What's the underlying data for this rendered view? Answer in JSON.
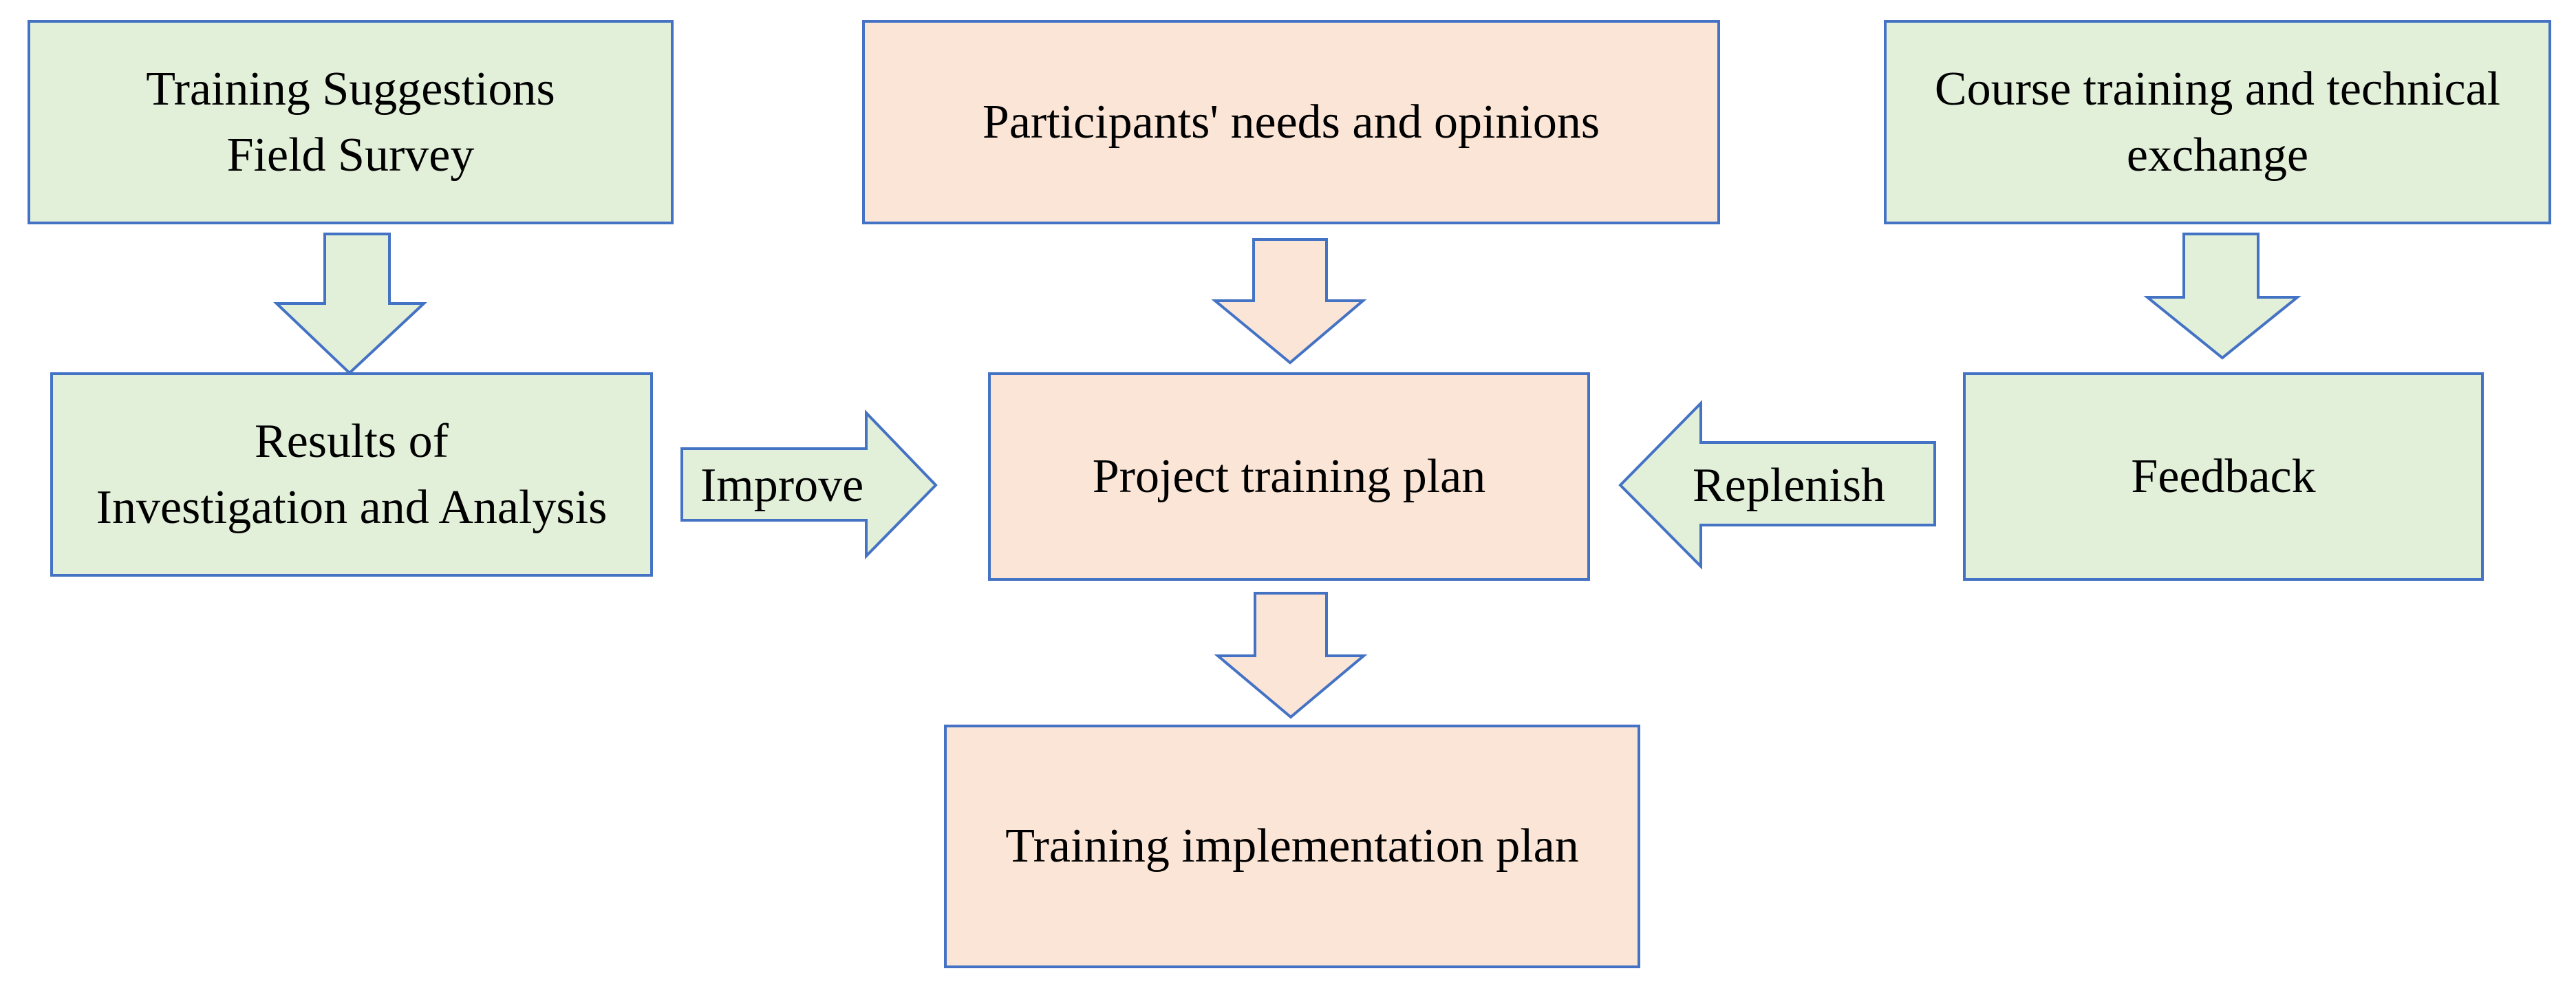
{
  "colors": {
    "green_fill": "#e2efd9",
    "orange_fill": "#fbe5d6",
    "border": "#4472c4"
  },
  "boxes": {
    "training_suggestions": "Training Suggestions\nField Survey",
    "participants_needs": "Participants' needs and opinions",
    "course_training": "Course training and technical\nexchange",
    "results_analysis": "Results of\nInvestigation and Analysis",
    "project_training_plan": "Project training plan",
    "feedback": "Feedback",
    "implementation_plan": "Training implementation plan"
  },
  "arrows": {
    "improve_label": "Improve",
    "replenish_label": "Replenish"
  }
}
